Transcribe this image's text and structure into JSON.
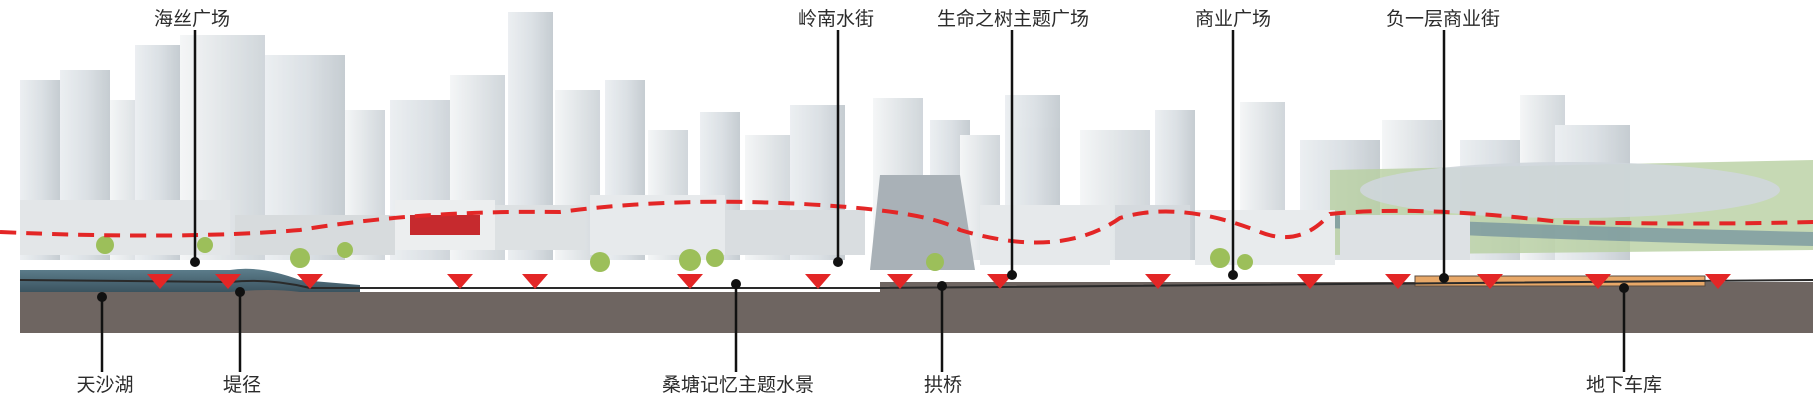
{
  "labels_top": [
    {
      "id": "haisi-plaza",
      "text": "海丝广场"
    },
    {
      "id": "lingnan-water-street",
      "text": "岭南水街"
    },
    {
      "id": "tree-of-life-plaza",
      "text": "生命之树主题广场"
    },
    {
      "id": "commercial-plaza",
      "text": "商业广场"
    },
    {
      "id": "b1-commercial-street",
      "text": "负一层商业街"
    }
  ],
  "labels_bottom": [
    {
      "id": "tiansha-lake",
      "text": "天沙湖"
    },
    {
      "id": "causeway",
      "text": "堤径"
    },
    {
      "id": "mulberry-memory-waterscape",
      "text": "桑塘记忆主题水景"
    },
    {
      "id": "arch-bridge",
      "text": "拱桥"
    },
    {
      "id": "underground-garage",
      "text": "地下车库"
    }
  ],
  "colors": {
    "ground": "#6e6561",
    "water": "#3f5360",
    "dashed_line": "#e32626",
    "marker": "#e32626",
    "leader": "#111111",
    "commercial_basement": "#e8a868",
    "sky": "#ffffff"
  }
}
